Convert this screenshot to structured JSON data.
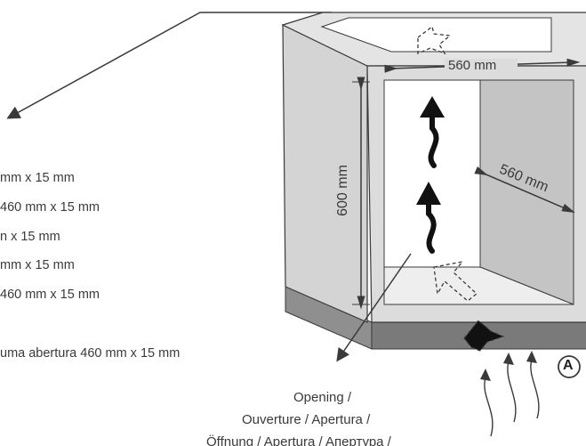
{
  "left_lines": [
    "mm x 15 mm",
    " 460 mm x 15 mm",
    "n x 15 mm",
    "mm x 15 mm",
    "460 mm x 15 mm",
    "",
    "uma abertura 460 mm x 15 mm"
  ],
  "dimensions": {
    "width": "560 mm",
    "depth": "560 mm",
    "height": "600 mm"
  },
  "caption": {
    "line1": "Opening /",
    "line2": "Ouverture / Apertura /",
    "line3": "Öffnung / Apertura / Aпертура /"
  },
  "marker": "A",
  "colors": {
    "outline": "#3a3a3a",
    "cabinet_outside": "#d2d2d2",
    "cabinet_side": "#e6e6e6",
    "interior_back": "#ffffff",
    "interior_side": "#c4c4c4",
    "plinth": "#8f8f8f"
  }
}
